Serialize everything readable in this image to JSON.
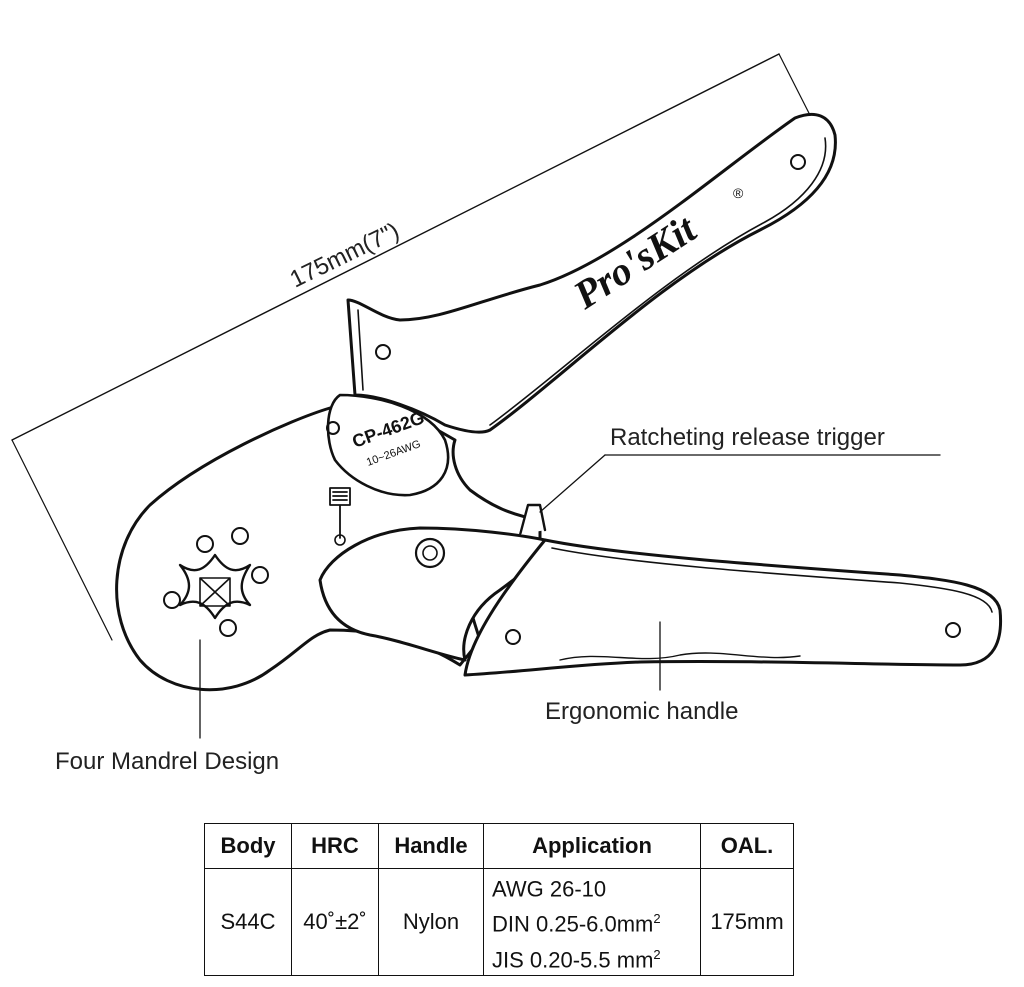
{
  "dimension": {
    "label": "175mm(7\")"
  },
  "tool": {
    "brand": "Pro'sKit",
    "brand_mark": "®",
    "model": "CP-462G",
    "range": "10~26AWG"
  },
  "callouts": {
    "trigger": "Ratcheting release trigger",
    "handle": "Ergonomic handle",
    "mandrel": "Four Mandrel Design"
  },
  "spec_table": {
    "headers": [
      "Body",
      "HRC",
      "Handle",
      "Application",
      "OAL."
    ],
    "row": {
      "body": "S44C",
      "hrc": "40˚±2˚",
      "handle": "Nylon",
      "application": [
        "AWG 26-10",
        "DIN 0.25-6.0mm",
        "JIS 0.20-5.5 mm"
      ],
      "application_sup": [
        "",
        "2",
        "2"
      ],
      "oal": "175mm"
    }
  }
}
